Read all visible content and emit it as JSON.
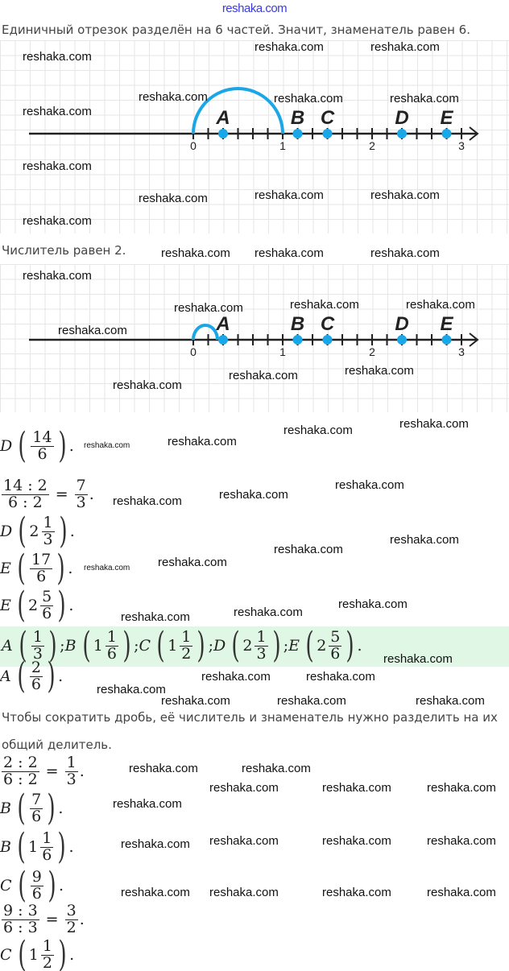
{
  "site_title": "reshaka.com",
  "watermark": "reshaka.com",
  "intro": "Единичный отрезок разделён на 6 частей. Значит, знаменатель равен 6.",
  "numerator_note": "Числитель равен 2.",
  "reduce_note_1": "Чтобы сократить дробь, её числитель и знаменатель нужно разделить на их",
  "reduce_note_2": "общий делитель.",
  "number_line": {
    "ticks": [
      "0",
      "1",
      "2",
      "3"
    ],
    "points": [
      {
        "label": "A",
        "value": 0.3333
      },
      {
        "label": "B",
        "value": 1.1667
      },
      {
        "label": "C",
        "value": 1.5
      },
      {
        "label": "D",
        "value": 2.3333
      },
      {
        "label": "E",
        "value": 2.8333
      }
    ],
    "accent": "#1aa7e8"
  },
  "math": {
    "d_frac": {
      "v": "D",
      "n": "14",
      "d": "6"
    },
    "d_reduce": {
      "n1": "14 : 2",
      "d1": "6 : 2",
      "n2": "7",
      "d2": "3"
    },
    "d_mixed": {
      "v": "D",
      "w": "2",
      "n": "1",
      "d": "3"
    },
    "e_frac": {
      "v": "E",
      "n": "17",
      "d": "6"
    },
    "e_mixed": {
      "v": "E",
      "w": "2",
      "n": "5",
      "d": "6"
    },
    "answer": [
      {
        "v": "A",
        "w": "",
        "n": "1",
        "d": "3"
      },
      {
        "v": "B",
        "w": "1",
        "n": "1",
        "d": "6"
      },
      {
        "v": "C",
        "w": "1",
        "n": "1",
        "d": "2"
      },
      {
        "v": "D",
        "w": "2",
        "n": "1",
        "d": "3"
      },
      {
        "v": "E",
        "w": "2",
        "n": "5",
        "d": "6"
      }
    ],
    "a_frac": {
      "v": "A",
      "n": "2",
      "d": "6"
    },
    "a_reduce": {
      "n1": "2 : 2",
      "d1": "6 : 2",
      "n2": "1",
      "d2": "3"
    },
    "b_frac": {
      "v": "B",
      "n": "7",
      "d": "6"
    },
    "b_mixed": {
      "v": "B",
      "w": "1",
      "n": "1",
      "d": "6"
    },
    "c_frac": {
      "v": "C",
      "n": "9",
      "d": "6"
    },
    "c_reduce": {
      "n1": "9 : 3",
      "d1": "6 : 3",
      "n2": "3",
      "d2": "2"
    },
    "c_mixed": {
      "v": "C",
      "w": "1",
      "n": "1",
      "d": "2"
    },
    "sep": ";",
    "dot": ".",
    "eq": "="
  }
}
